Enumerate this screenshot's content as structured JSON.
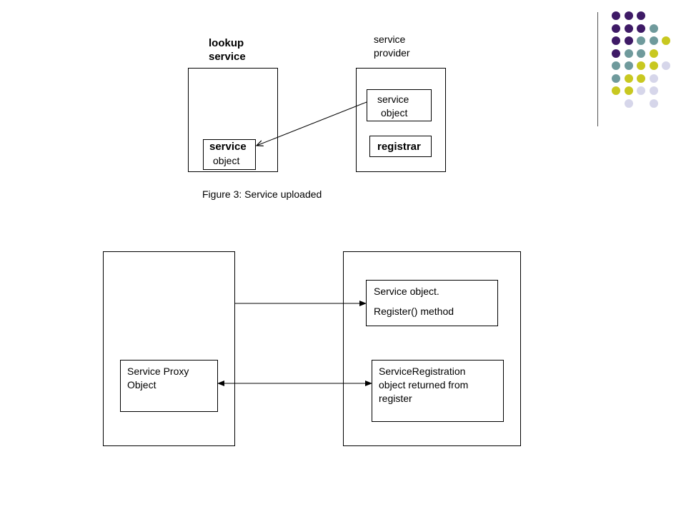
{
  "figure3": {
    "lookup_title_line1": "lookup",
    "lookup_title_line2": "service",
    "provider_title_line1": "service",
    "provider_title_line2": "provider",
    "lookup_obj_line1": "service",
    "lookup_obj_line2": "object",
    "provider_obj_line1": "service",
    "provider_obj_line2": "object",
    "registrar": "registrar",
    "caption": "Figure 3: Service uploaded"
  },
  "figure4": {
    "service_object_line1": "Service object.",
    "service_object_line2": "Register() method",
    "proxy_line1": "Service Proxy",
    "proxy_line2": "Object",
    "registration_line1": "ServiceRegistration",
    "registration_line2": "object returned from",
    "registration_line3": "register"
  },
  "decoration": {
    "dot_colors": {
      "purple": "#3e1a66",
      "teal": "#6f9a9c",
      "yellow": "#c8c820",
      "lavender": "#d6d6ea"
    },
    "dot_grid": [
      [
        "purple",
        "purple",
        "purple",
        null,
        null
      ],
      [
        "purple",
        "purple",
        "purple",
        "teal",
        null
      ],
      [
        "purple",
        "purple",
        "teal",
        "teal",
        "yellow"
      ],
      [
        "purple",
        "teal",
        "teal",
        "yellow",
        null
      ],
      [
        "teal",
        "teal",
        "yellow",
        "yellow",
        "lavender"
      ],
      [
        "teal",
        "yellow",
        "yellow",
        "lavender",
        null
      ],
      [
        "yellow",
        "yellow",
        "lavender",
        "lavender",
        null
      ],
      [
        null,
        "lavender",
        null,
        "lavender",
        null
      ]
    ]
  }
}
